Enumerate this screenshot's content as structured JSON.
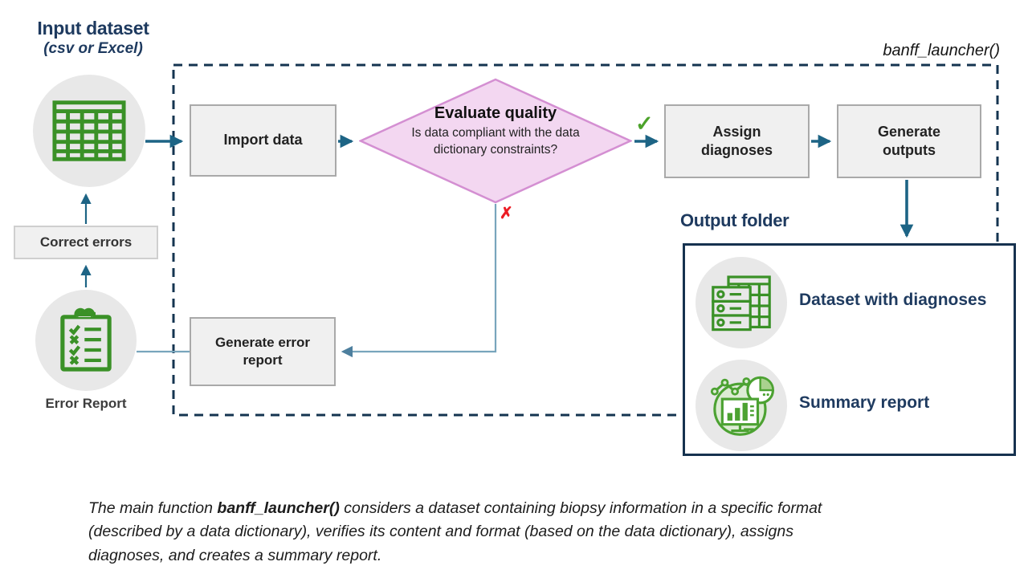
{
  "header": {
    "input_dataset_title": "Input dataset",
    "input_dataset_subtitle": "(csv or Excel)",
    "function_label": "banff_launcher()"
  },
  "nodes": {
    "import_data": "Import data",
    "evaluate_quality_title": "Evaluate quality",
    "evaluate_quality_question": "Is data compliant with the data dictionary constraints?",
    "assign_diagnoses": "Assign diagnoses",
    "generate_outputs": "Generate outputs",
    "generate_error_report": "Generate error report",
    "correct_errors": "Correct errors",
    "error_report_label": "Error Report",
    "yes_mark": "✓",
    "no_mark": "✗"
  },
  "output_folder": {
    "title": "Output folder",
    "items": [
      {
        "label": "Dataset with diagnoses",
        "icon": "database-table-icon"
      },
      {
        "label": "Summary report",
        "icon": "dashboard-chart-icon"
      }
    ]
  },
  "caption": {
    "prefix": "The main function ",
    "function": "banff_launcher()",
    "suffix": " considers a dataset containing biopsy information in a specific format (described by a data dictionary), verifies its content and format (based on the data dictionary), assigns diagnoses, and creates a summary report."
  },
  "colors": {
    "navy_text": "#1e3a5f",
    "arrow_teal": "#1d6485",
    "line_steel": "#78a5bc",
    "icon_green": "#3a9127",
    "dashboard_green": "#4ca232",
    "check_green": "#4ca32b",
    "cross_red": "#ec1c24",
    "diamond_fill": "#f3d7f1",
    "diamond_border": "#d48fd2",
    "box_fill": "#f0f0f0",
    "box_border": "#a9a9a9",
    "dashed_border": "#143450",
    "circle_gray": "#e8e8e8"
  }
}
